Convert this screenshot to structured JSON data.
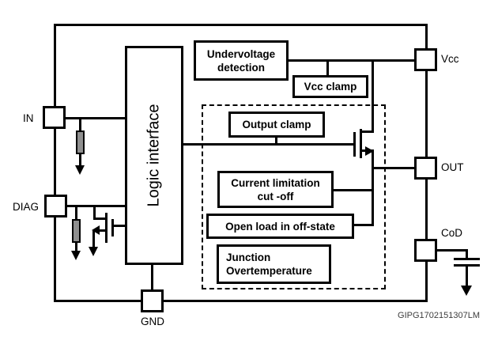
{
  "diagram": {
    "code": "GIPG1702151307LM",
    "pins": {
      "in": {
        "label": "IN"
      },
      "diag": {
        "label": "DIAG"
      },
      "gnd": {
        "label": "GND"
      },
      "vcc": {
        "label": "Vcc"
      },
      "out": {
        "label": "OUT"
      },
      "cod": {
        "label": "CoD"
      }
    },
    "blocks": {
      "logic_interface": {
        "label": "Logic interface"
      },
      "undervoltage_detection": {
        "line1": "Undervoltage",
        "line2": "detection"
      },
      "vcc_clamp": {
        "label": "Vcc clamp"
      },
      "output_clamp": {
        "label": "Output clamp"
      },
      "current_limitation": {
        "line1": "Current limitation",
        "line2": "cut -off"
      },
      "open_load": {
        "label": "Open load in off-state"
      },
      "junction_overtemperature": {
        "line1": "Junction",
        "line2": "Overtemperature"
      }
    },
    "colors": {
      "line": "#000000",
      "resistor_fill": "#8f8f8f",
      "code_text": "#3d3d3d",
      "background": "#ffffff"
    }
  }
}
